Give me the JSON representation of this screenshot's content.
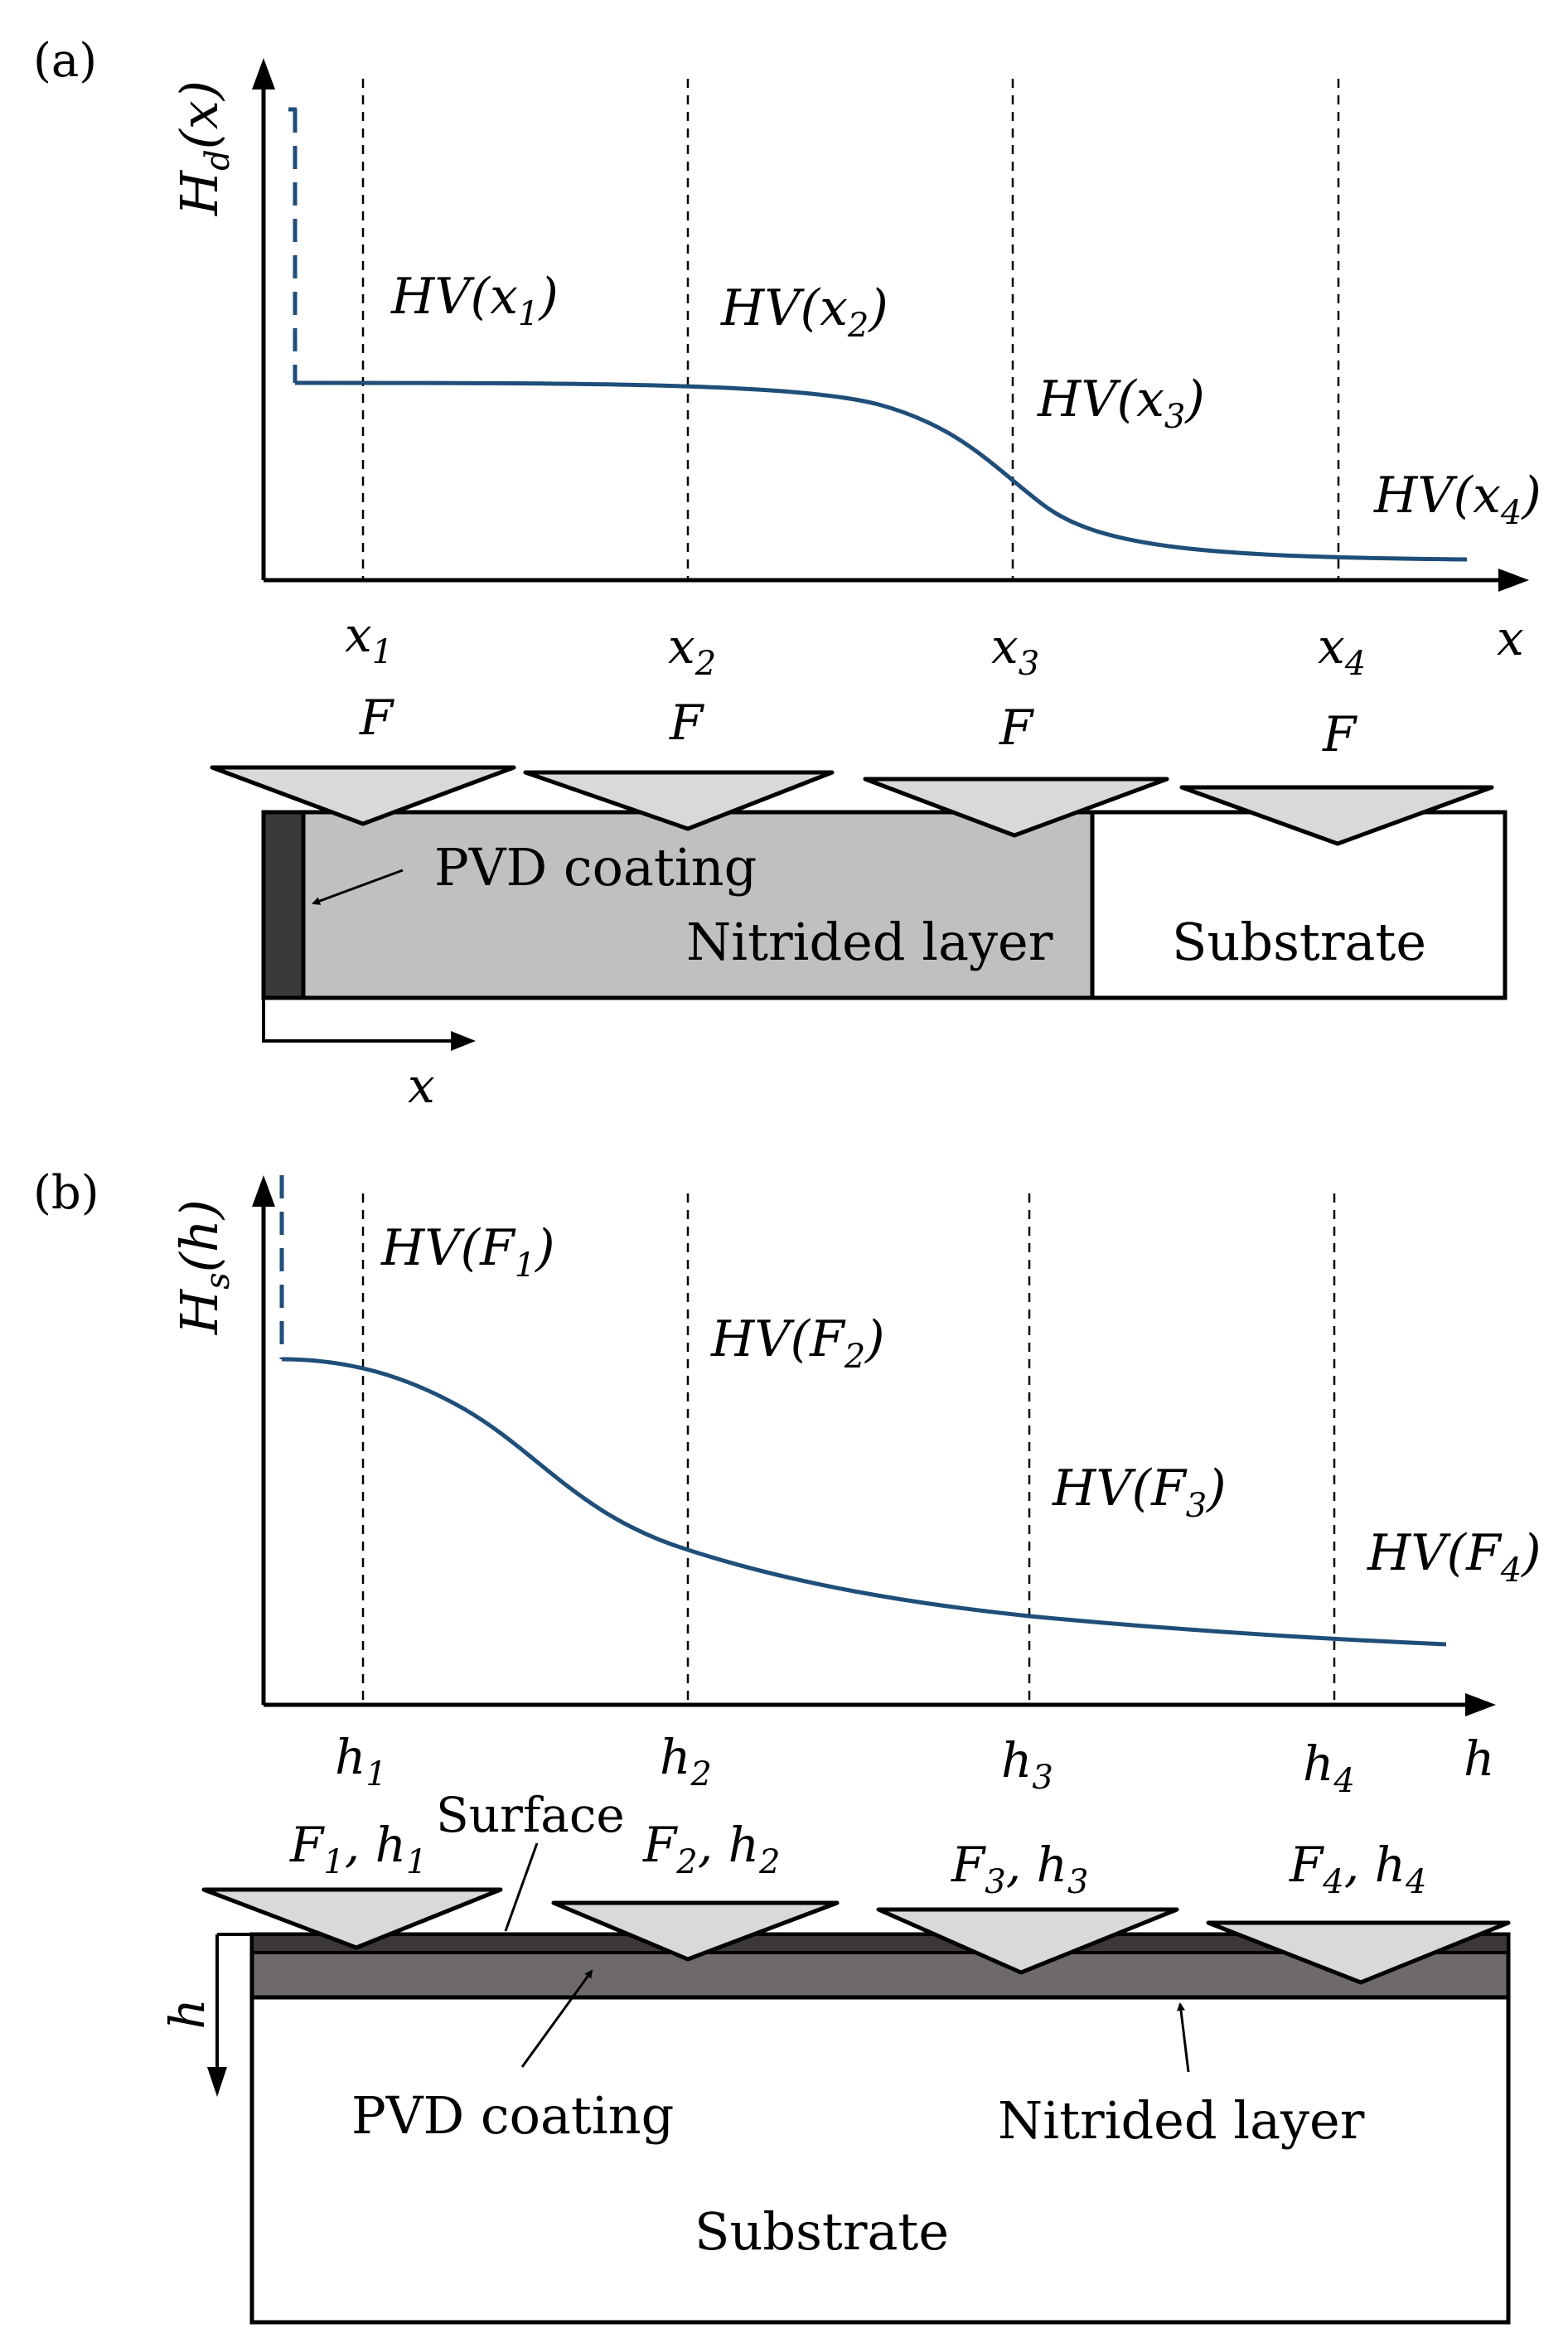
{
  "panel_a": {
    "label": "(a)",
    "y_axis": {
      "main": "H",
      "sub": "d",
      "arg": "(x)"
    },
    "x_axis": "x",
    "annotations": [
      {
        "main": "HV(x",
        "sub": "1",
        "close": ")"
      },
      {
        "main": "HV(x",
        "sub": "2",
        "close": ")"
      },
      {
        "main": "HV(x",
        "sub": "3",
        "close": ")"
      },
      {
        "main": "HV(x",
        "sub": "4",
        "close": ")"
      }
    ],
    "ticks": [
      {
        "main": "x",
        "sub": "1"
      },
      {
        "main": "x",
        "sub": "2"
      },
      {
        "main": "x",
        "sub": "3"
      },
      {
        "main": "x",
        "sub": "4"
      }
    ],
    "force_label": "F",
    "layers": {
      "coating": "PVD coating",
      "nitrided": "Nitrided layer",
      "substrate": "Substrate"
    },
    "origin_axis": "x"
  },
  "panel_b": {
    "label": "(b)",
    "y_axis": {
      "main": "H",
      "sub": "s",
      "arg": "(h)"
    },
    "x_axis": "h",
    "annotations": [
      {
        "main": "HV(F",
        "sub": "1",
        "close": ")"
      },
      {
        "main": "HV(F",
        "sub": "2",
        "close": ")"
      },
      {
        "main": "HV(F",
        "sub": "3",
        "close": ")"
      },
      {
        "main": "HV(F",
        "sub": "4",
        "close": ")"
      }
    ],
    "ticks": [
      {
        "main": "h",
        "sub": "1"
      },
      {
        "main": "h",
        "sub": "2"
      },
      {
        "main": "h",
        "sub": "3"
      },
      {
        "main": "h",
        "sub": "4"
      }
    ],
    "loads": [
      {
        "f": "F",
        "fs": "1",
        "h": "h",
        "hs": "1"
      },
      {
        "f": "F",
        "fs": "2",
        "h": "h",
        "hs": "2"
      },
      {
        "f": "F",
        "fs": "3",
        "h": "h",
        "hs": "3"
      },
      {
        "f": "F",
        "fs": "4",
        "h": "h",
        "hs": "4"
      }
    ],
    "layers": {
      "surface": "Surface",
      "coating": "PVD coating",
      "nitrided": "Nitrided layer",
      "substrate": "Substrate"
    },
    "depth_axis": "h"
  },
  "colors": {
    "curve": "#1f4e79",
    "nitrided_a": "#c0c0c0",
    "coating_a": "#3a3a3a",
    "nitrided_b": "#6e6a6a",
    "coating_b": "#3c3838",
    "indenter": "#d9d9d9"
  }
}
